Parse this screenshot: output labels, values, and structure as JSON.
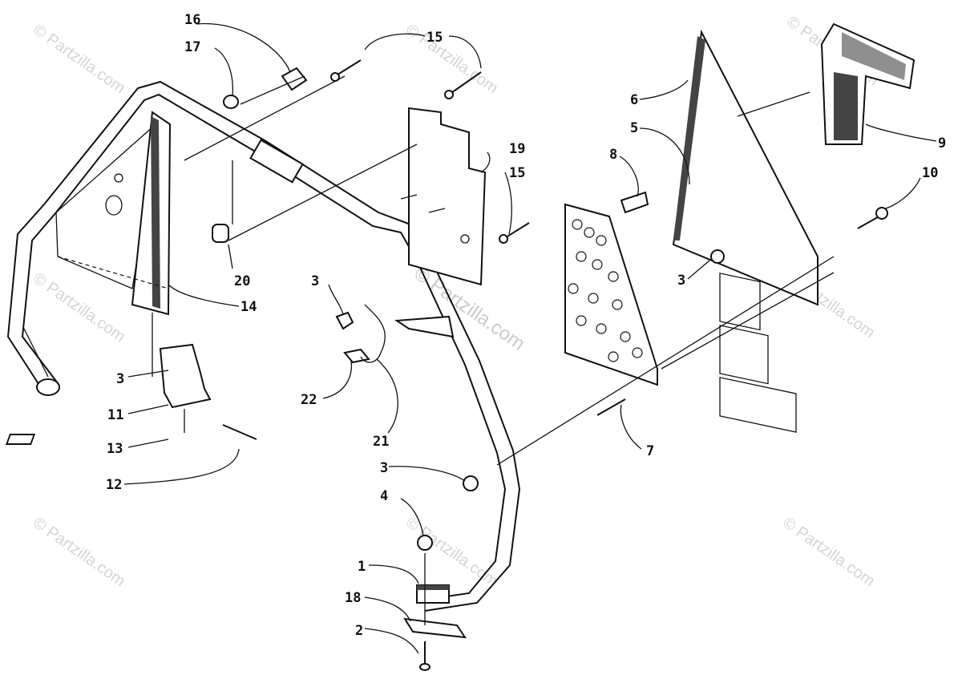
{
  "watermark": "© Partzilla.com",
  "watermark_center": "© Partzilla.com",
  "callouts": {
    "c1": "1",
    "c2": "2",
    "c3a": "3",
    "c3b": "3",
    "c3c": "3",
    "c3d": "3",
    "c4": "4",
    "c5": "5",
    "c6": "6",
    "c7": "7",
    "c8": "8",
    "c9": "9",
    "c10": "10",
    "c11": "11",
    "c12": "12",
    "c13": "13",
    "c14": "14",
    "c15a": "15",
    "c15b": "15",
    "c16": "16",
    "c17": "17",
    "c18": "18",
    "c19": "19",
    "c20": "20",
    "c21": "21",
    "c22": "22"
  }
}
